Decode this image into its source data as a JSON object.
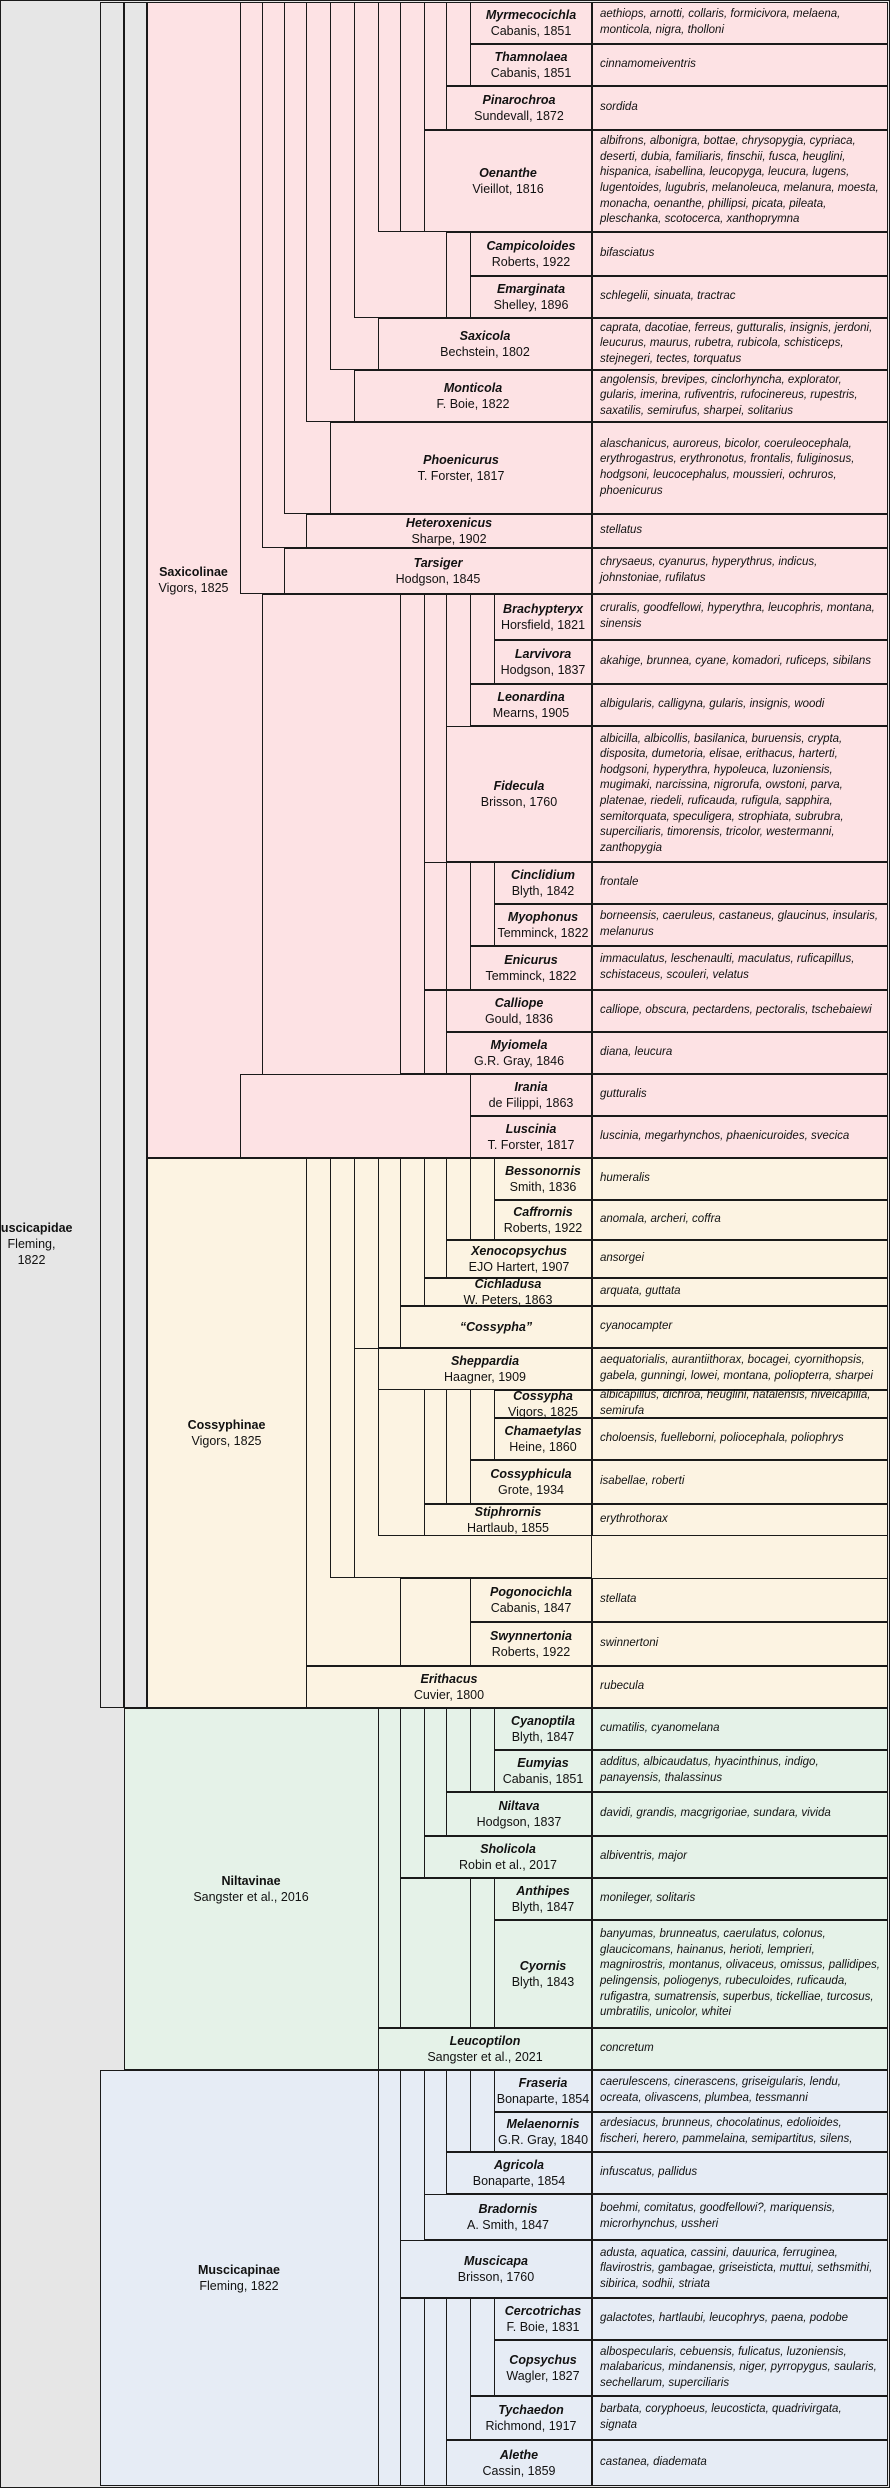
{
  "family": {
    "name": "Muscicapidae",
    "author": "Fleming, 1822"
  },
  "colors": {
    "family": "#e6e6e6",
    "saxicolinae": "#fde2e4",
    "cossyphinae": "#fcf3e2",
    "niltavinae": "#e5f2e8",
    "muscicapinae": "#e6ecf5",
    "border": "#1a1a1a"
  },
  "subfamilies": [
    {
      "key": "saxicolinae",
      "name": "Saxicolinae",
      "author": "Vigors, 1825"
    },
    {
      "key": "cossyphinae",
      "name": "Cossyphinae",
      "author": "Vigors, 1825"
    },
    {
      "key": "niltavinae",
      "name": "Niltavinae",
      "author": "Sangster et al., 2016"
    },
    {
      "key": "muscicapinae",
      "name": "Muscicapinae",
      "author": "Fleming, 1822"
    }
  ],
  "genera": [
    {
      "key": "myrmecocichla",
      "name": "Myrmecocichla",
      "author": "Cabanis, 1851",
      "species": "aethiops, arnotti, collaris, formicivora, melaena, monticola, nigra, tholloni"
    },
    {
      "key": "thamnolaea",
      "name": "Thamnolaea",
      "author": "Cabanis, 1851",
      "species": "cinnamomeiventris"
    },
    {
      "key": "pinarochroa",
      "name": "Pinarochroa",
      "author": "Sundevall, 1872",
      "species": "sordida"
    },
    {
      "key": "oenanthe",
      "name": "Oenanthe",
      "author": "Vieillot, 1816",
      "species": "albifrons, albonigra, bottae, chrysopygia, cypriaca, deserti, dubia, familiaris, finschii, fusca, heuglini, hispanica, isabellina, leucopyga, leucura, lugens, lugentoides, lugubris, melanoleuca, melanura, moesta, monacha, oenanthe, phillipsi, picata, pileata, pleschanka, scotocerca, xanthoprymna"
    },
    {
      "key": "campicoloides",
      "name": "Campicoloides",
      "author": "Roberts, 1922",
      "species": "bifasciatus"
    },
    {
      "key": "emarginata",
      "name": "Emarginata",
      "author": "Shelley, 1896",
      "species": "schlegelii, sinuata, tractrac"
    },
    {
      "key": "saxicola",
      "name": "Saxicola",
      "author": "Bechstein, 1802",
      "species": "caprata, dacotiae, ferreus, gutturalis, insignis, jerdoni, leucurus, maurus, rubetra, rubicola, schisticeps, stejnegeri, tectes, torquatus"
    },
    {
      "key": "monticola",
      "name": "Monticola",
      "author": "F. Boie, 1822",
      "species": "angolensis, brevipes, cinclorhyncha, explorator, gularis, imerina, rufiventris, rufocinereus, rupestris, saxatilis, semirufus, sharpei, solitarius"
    },
    {
      "key": "phoenicurus",
      "name": "Phoenicurus",
      "author": "T. Forster, 1817",
      "species": "alaschanicus, auroreus, bicolor, coeruleocephala, erythrogastrus, erythronotus, frontalis, fuliginosus, hodgsoni, leucocephalus, moussieri, ochruros, phoenicurus"
    },
    {
      "key": "heteroxenicus",
      "name": "Heteroxenicus",
      "author": "Sharpe, 1902",
      "species": "stellatus"
    },
    {
      "key": "tarsiger",
      "name": "Tarsiger",
      "author": "Hodgson, 1845",
      "species": "chrysaeus, cyanurus, hyperythrus, indicus, johnstoniae, rufilatus"
    },
    {
      "key": "brachypteryx",
      "name": "Brachypteryx",
      "author": "Horsfield, 1821",
      "species": "cruralis, goodfellowi, hyperythra, leucophris, montana, sinensis"
    },
    {
      "key": "larvivora",
      "name": "Larvivora",
      "author": "Hodgson, 1837",
      "species": "akahige, brunnea, cyane, komadori, ruficeps, sibilans"
    },
    {
      "key": "leonardina",
      "name": "Leonardina",
      "author": "Mearns, 1905",
      "species": "albigularis, calligyna, gularis, insignis, woodi"
    },
    {
      "key": "fidecula",
      "name": "Fidecula",
      "author": "Brisson, 1760",
      "species": "albicilla, albicollis, basilanica, buruensis, crypta, disposita, dumetoria, elisae, erithacus, harterti, hodgsoni, hyperythra, hypoleuca, luzoniensis, mugimaki, narcissina, nigrorufa, owstoni, parva, platenae, riedeli, ruficauda, rufigula, sapphira, semitorquata, speculigera, strophiata, subrubra, superciliaris, timorensis, tricolor, westermanni, zanthopygia"
    },
    {
      "key": "cinclidium",
      "name": "Cinclidium",
      "author": "Blyth, 1842",
      "species": "frontale"
    },
    {
      "key": "myophonus",
      "name": "Myophonus",
      "author": "Temminck, 1822",
      "species": "borneensis, caeruleus, castaneus, glaucinus, insularis, melanurus"
    },
    {
      "key": "enicurus",
      "name": "Enicurus",
      "author": "Temminck, 1822",
      "species": "immaculatus, leschenaulti, maculatus, ruficapillus, schistaceus, scouleri, velatus"
    },
    {
      "key": "calliope",
      "name": "Calliope",
      "author": "Gould, 1836",
      "species": "calliope, obscura, pectardens, pectoralis, tschebaiewi"
    },
    {
      "key": "myiomela",
      "name": "Myiomela",
      "author": "G.R. Gray, 1846",
      "species": "diana, leucura"
    },
    {
      "key": "irania",
      "name": "Irania",
      "author": "de Filippi, 1863",
      "species": "gutturalis"
    },
    {
      "key": "luscinia",
      "name": "Luscinia",
      "author": "T. Forster, 1817",
      "species": "luscinia, megarhynchos, phaenicuroides, svecica"
    },
    {
      "key": "bessonornis",
      "name": "Bessonornis",
      "author": "Smith, 1836",
      "species": "humeralis"
    },
    {
      "key": "caffrornis",
      "name": "Caffrornis",
      "author": "Roberts, 1922",
      "species": "anomala, archeri, coffra"
    },
    {
      "key": "xenocopsychus",
      "name": "Xenocopsychus",
      "author": "EJO Hartert, 1907",
      "species": "ansorgei"
    },
    {
      "key": "cichladusa",
      "name": "Cichladusa",
      "author": "W. Peters, 1863",
      "species": "arquata, guttata"
    },
    {
      "key": "cossypha_q",
      "name": "“Cossypha”",
      "author": "",
      "species": "cyanocampter"
    },
    {
      "key": "sheppardia",
      "name": "Sheppardia",
      "author": "Haagner, 1909",
      "species": "aequatorialis, aurantiithorax, bocagei, cyornithopsis, gabela, gunningi, lowei, montana, poliopterra, sharpei"
    },
    {
      "key": "cossypha",
      "name": "Cossypha",
      "author": "Vigors, 1825",
      "species": "albicapillus, dichroa, heuglini, natalensis, niveicapilla, semirufa"
    },
    {
      "key": "chamaetylas",
      "name": "Chamaetylas",
      "author": "Heine, 1860",
      "species": "choloensis, fuelleborni, poliocephala, poliophrys"
    },
    {
      "key": "cossyphicula",
      "name": "Cossyphicula",
      "author": "Grote, 1934",
      "species": "isabellae, roberti"
    },
    {
      "key": "stiphrornis",
      "name": "Stiphrornis",
      "author": "Hartlaub, 1855",
      "species": "erythrothorax"
    },
    {
      "key": "pogonocichla",
      "name": "Pogonocichla",
      "author": "Cabanis, 1847",
      "species": "stellata"
    },
    {
      "key": "swynnertonia",
      "name": "Swynnertonia",
      "author": "Roberts, 1922",
      "species": "swinnertoni"
    },
    {
      "key": "erithacus",
      "name": "Erithacus",
      "author": "Cuvier, 1800",
      "species": "rubecula"
    },
    {
      "key": "cyanoptila",
      "name": "Cyanoptila",
      "author": "Blyth, 1847",
      "species": "cumatilis, cyanomelana"
    },
    {
      "key": "eumyias",
      "name": "Eumyias",
      "author": "Cabanis, 1851",
      "species": "additus, albicaudatus, hyacinthinus, indigo, panayensis, thalassinus"
    },
    {
      "key": "niltava",
      "name": "Niltava",
      "author": "Hodgson, 1837",
      "species": "davidi, grandis, macgrigoriae, sundara, vivida"
    },
    {
      "key": "sholicola",
      "name": "Sholicola",
      "author": "Robin et al., 2017",
      "species": "albiventris, major"
    },
    {
      "key": "anthipes",
      "name": "Anthipes",
      "author": "Blyth, 1847",
      "species": "monileger, solitaris"
    },
    {
      "key": "cyornis",
      "name": "Cyornis",
      "author": "Blyth, 1843",
      "species": "banyumas, brunneatus, caerulatus, colonus, glaucicomans, hainanus, herioti, lemprieri, magnirostris, montanus, olivaceus, omissus, pallidipes, pelingensis, poliogenys, rubeculoides, ruficauda, rufigastra, sumatrensis, superbus, tickelliae, turcosus, umbratilis, unicolor, whitei"
    },
    {
      "key": "leucoptilon",
      "name": "Leucoptilon",
      "author": "Sangster et al., 2021",
      "species": "concretum"
    },
    {
      "key": "fraseria",
      "name": "Fraseria",
      "author": "Bonaparte, 1854",
      "species": "caerulescens, cinerascens, griseigularis, lendu, ocreata, olivascens, plumbea, tessmanni"
    },
    {
      "key": "melaenornis",
      "name": "Melaenornis",
      "author": "G.R. Gray, 1840",
      "species": "ardesiacus, brunneus, chocolatinus, edolioides, fischeri, herero, pammelaina, semipartitus, silens,"
    },
    {
      "key": "agricola",
      "name": "Agricola",
      "author": "Bonaparte, 1854",
      "species": "infuscatus, pallidus"
    },
    {
      "key": "bradornis",
      "name": "Bradornis",
      "author": "A. Smith, 1847",
      "species": "boehmi, comitatus, goodfellowi?, mariquensis, microrhynchus, ussheri"
    },
    {
      "key": "muscicapa",
      "name": "Muscicapa",
      "author": "Brisson, 1760",
      "species": "adusta, aquatica, cassini, dauurica, ferruginea, flavirostris, gambagae, griseisticta, muttui, sethsmithi, sibirica, sodhii, striata"
    },
    {
      "key": "cercotrichas",
      "name": "Cercotrichas",
      "author": "F. Boie, 1831",
      "species": "galactotes, hartlaubi, leucophrys, paena, podobe"
    },
    {
      "key": "copsychus",
      "name": "Copsychus",
      "author": "Wagler, 1827",
      "species": "albospecularis, cebuensis, fulicatus, luzoniensis, malabaricus, mindanensis, niger, pyrropygus, saularis, sechellarum, superciliaris"
    },
    {
      "key": "tychaedon",
      "name": "Tychaedon",
      "author": "Richmond, 1917",
      "species": "barbata, coryphoeus, leucosticta, quadrivirgata, signata"
    },
    {
      "key": "alethe",
      "name": "Alethe",
      "author": "Cassin, 1859",
      "species": "castanea, diademata"
    }
  ]
}
